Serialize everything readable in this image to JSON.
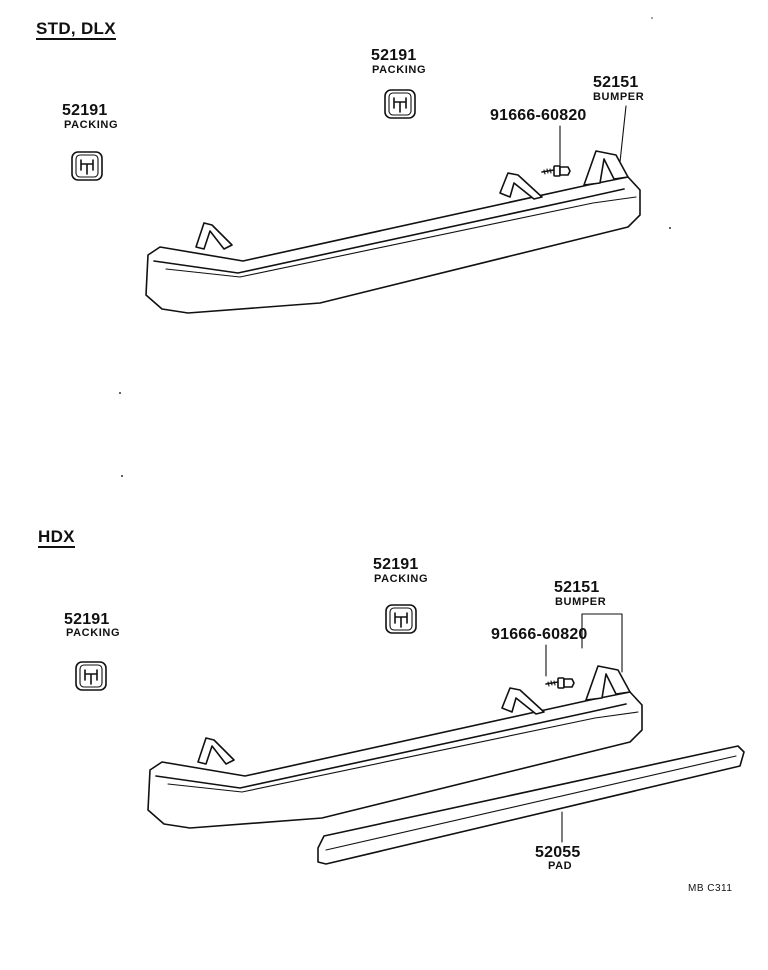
{
  "sections": {
    "top": {
      "title": "STD, DLX",
      "packing_left": {
        "number": "52191",
        "name": "PACKING"
      },
      "packing_center": {
        "number": "52191",
        "name": "PACKING"
      },
      "bolt": {
        "number": "91666-60820"
      },
      "bumper": {
        "number": "52151",
        "name": "BUMPER"
      }
    },
    "bottom": {
      "title": "HDX",
      "packing_left": {
        "number": "52191",
        "name": "PACKING"
      },
      "packing_center": {
        "number": "52191",
        "name": "PACKING"
      },
      "bolt": {
        "number": "91666-60820"
      },
      "bumper": {
        "number": "52151",
        "name": "BUMPER"
      },
      "pad": {
        "number": "52055",
        "name": "PAD"
      }
    }
  },
  "figure_code": "MB C311"
}
